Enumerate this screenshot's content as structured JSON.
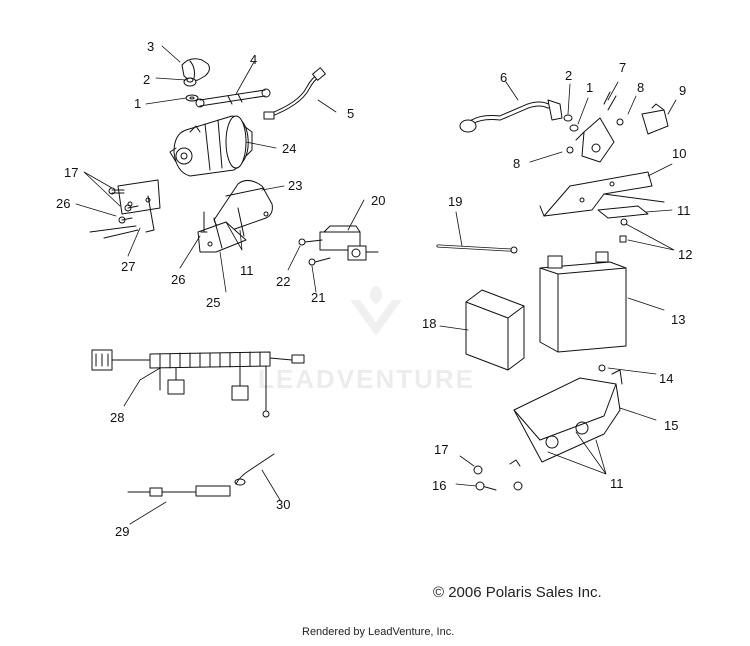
{
  "callouts": {
    "n1a": "1",
    "n2a": "2",
    "n3": "3",
    "n4": "4",
    "n5": "5",
    "n24": "24",
    "n17a": "17",
    "n26a": "26",
    "n27": "27",
    "n23": "23",
    "n26b": "26",
    "n11a": "11",
    "n25": "25",
    "n20": "20",
    "n22": "22",
    "n21": "21",
    "n28": "28",
    "n29": "29",
    "n30": "30",
    "n6": "6",
    "n2b": "2",
    "n1b": "1",
    "n7": "7",
    "n8a": "8",
    "n9": "9",
    "n8b": "8",
    "n10": "10",
    "n19": "19",
    "n11b": "11",
    "n12": "12",
    "n13": "13",
    "n18": "18",
    "n14": "14",
    "n15": "15",
    "n17b": "17",
    "n16": "16",
    "n11c": "11"
  },
  "footer": {
    "copyright": "© 2006 Polaris Sales Inc.",
    "rendered_by": "Rendered by LeadVenture, Inc."
  },
  "watermark": {
    "text": "LEADVENTURE"
  }
}
